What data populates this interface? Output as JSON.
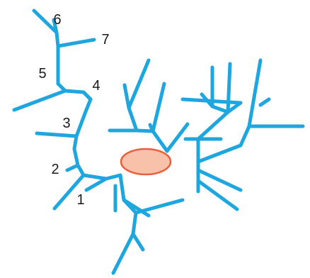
{
  "diagram": {
    "branch_labels": [
      "1",
      "2",
      "3",
      "4",
      "5",
      "6",
      "7"
    ],
    "colors": {
      "branch": "#1ea6df",
      "cell_body_fill": "#f8c1aa",
      "cell_body_stroke": "#e8603c",
      "label": "#1a1a1a"
    }
  }
}
